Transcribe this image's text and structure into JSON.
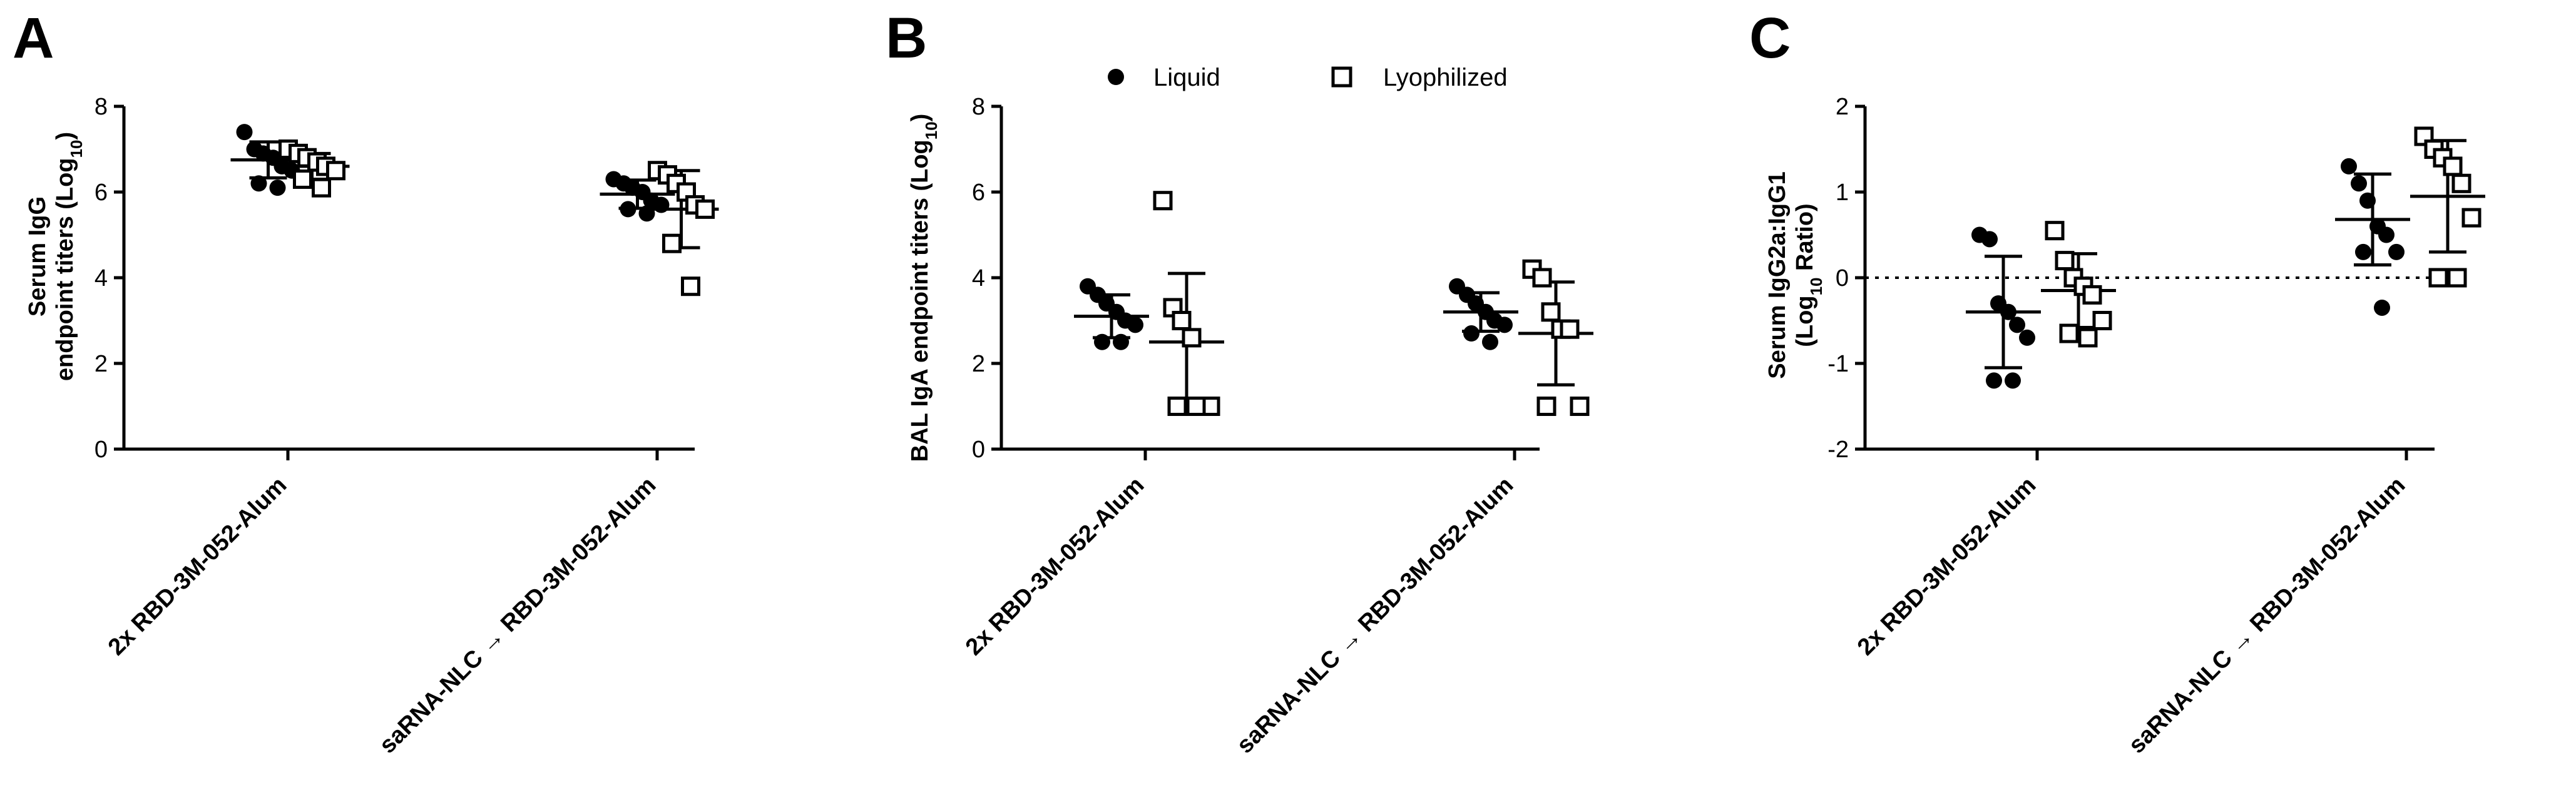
{
  "legend": {
    "items": [
      {
        "label": "Liquid",
        "marker": "filled-circle"
      },
      {
        "label": "Lyophilized",
        "marker": "open-square"
      }
    ],
    "placement": "top-center of panel B"
  },
  "panels": [
    {
      "letter": "A",
      "ylabel_line1": "Serum IgG",
      "ylabel_line2": "endpoint titers (Log",
      "ylabel_sub": "10",
      "ylabel_end": ")"
    },
    {
      "letter": "B",
      "ylabel_line1": "",
      "ylabel_line2": "BAL IgA endpoint titers (Log",
      "ylabel_sub": "10",
      "ylabel_end": ")"
    },
    {
      "letter": "C",
      "ylabel_line1": "Serum IgG2a:IgG1",
      "ylabel_line2": "(Log",
      "ylabel_sub": "10",
      "ylabel_end": " Ratio)"
    }
  ],
  "chart_data": [
    {
      "type": "scatter",
      "panel": "A",
      "categories": [
        "2x RBD-3M-052-Alum",
        "saRNA-NLC → RBD-3M-052-Alum"
      ],
      "ylim": [
        0,
        8
      ],
      "yticks": [
        0,
        2,
        4,
        6,
        8
      ],
      "grid": false,
      "series": [
        {
          "name": "Liquid",
          "group": 0,
          "points": [
            7.4,
            7.0,
            6.9,
            6.8,
            6.6,
            6.5,
            6.2,
            6.1
          ],
          "mean": 6.75,
          "sd": 0.42
        },
        {
          "name": "Lyophilized",
          "group": 0,
          "points": [
            7.0,
            6.9,
            6.8,
            6.7,
            6.6,
            6.5,
            6.3,
            6.1
          ],
          "mean": 6.6,
          "sd": 0.3
        },
        {
          "name": "Liquid",
          "group": 1,
          "points": [
            6.3,
            6.2,
            6.1,
            6.0,
            5.8,
            5.7,
            5.6,
            5.5
          ],
          "mean": 5.95,
          "sd": 0.33
        },
        {
          "name": "Lyophilized",
          "group": 1,
          "points": [
            6.5,
            6.4,
            6.2,
            6.0,
            5.7,
            5.6,
            4.8,
            3.8
          ],
          "mean": 5.6,
          "sd": 0.9
        }
      ]
    },
    {
      "type": "scatter",
      "panel": "B",
      "categories": [
        "2x RBD-3M-052-Alum",
        "saRNA-NLC → RBD-3M-052-Alum"
      ],
      "ylim": [
        0,
        8
      ],
      "yticks": [
        0,
        2,
        4,
        6,
        8
      ],
      "grid": false,
      "series": [
        {
          "name": "Liquid",
          "group": 0,
          "points": [
            3.8,
            3.6,
            3.4,
            3.2,
            3.0,
            2.9,
            2.5,
            2.5
          ],
          "mean": 3.1,
          "sd": 0.5
        },
        {
          "name": "Lyophilized",
          "group": 0,
          "points": [
            5.8,
            3.3,
            3.0,
            2.6,
            1.0,
            1.0,
            1.0,
            1.0
          ],
          "mean": 2.5,
          "sd": 1.6
        },
        {
          "name": "Liquid",
          "group": 1,
          "points": [
            3.8,
            3.6,
            3.4,
            3.2,
            3.0,
            2.9,
            2.7,
            2.5
          ],
          "mean": 3.2,
          "sd": 0.45
        },
        {
          "name": "Lyophilized",
          "group": 1,
          "points": [
            4.2,
            4.0,
            3.2,
            2.8,
            2.8,
            1.0,
            1.0
          ],
          "mean": 2.7,
          "sd": 1.2
        }
      ]
    },
    {
      "type": "scatter",
      "panel": "C",
      "categories": [
        "2x RBD-3M-052-Alum",
        "saRNA-NLC → RBD-3M-052-Alum"
      ],
      "ylim": [
        -2,
        2
      ],
      "yticks": [
        -2,
        -1,
        0,
        1,
        2
      ],
      "reference_line": 0,
      "grid": false,
      "series": [
        {
          "name": "Liquid",
          "group": 0,
          "points": [
            0.5,
            0.45,
            -0.3,
            -0.4,
            -0.55,
            -0.7,
            -1.2,
            -1.2
          ],
          "mean": -0.4,
          "sd": 0.65
        },
        {
          "name": "Lyophilized",
          "group": 0,
          "points": [
            0.55,
            0.2,
            0.0,
            -0.1,
            -0.2,
            -0.5,
            -0.65,
            -0.7
          ],
          "mean": -0.15,
          "sd": 0.43
        },
        {
          "name": "Liquid",
          "group": 1,
          "points": [
            1.3,
            1.1,
            0.9,
            0.6,
            0.5,
            0.3,
            0.3,
            -0.35
          ],
          "mean": 0.68,
          "sd": 0.53
        },
        {
          "name": "Lyophilized",
          "group": 1,
          "points": [
            1.65,
            1.5,
            1.4,
            1.3,
            1.1,
            0.7,
            0.0,
            0.0
          ],
          "mean": 0.95,
          "sd": 0.65
        }
      ]
    }
  ]
}
